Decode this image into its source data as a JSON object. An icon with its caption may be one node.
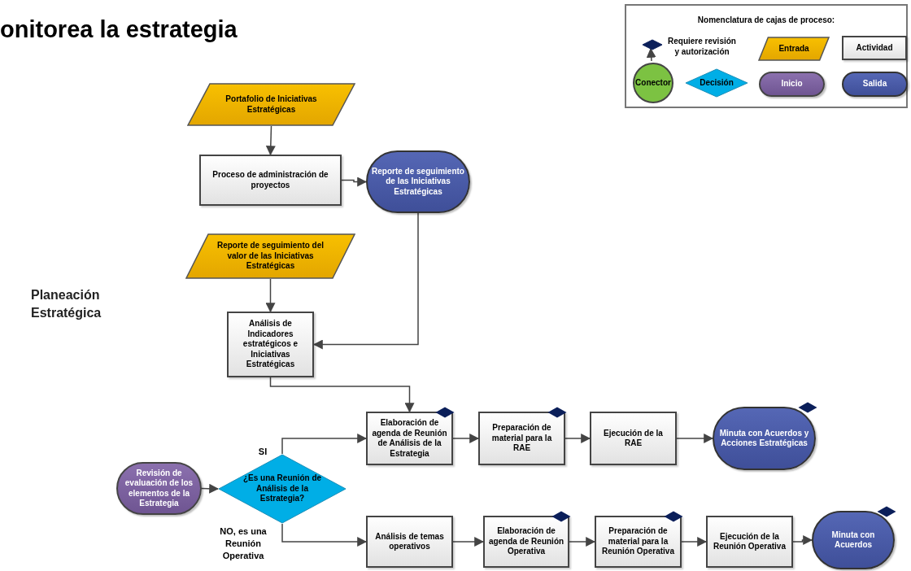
{
  "diagram": {
    "title": "onitorea la estrategia",
    "nodes": [
      {
        "text": [
          "Nomenclatura de cajas de proceso:"
        ]
      },
      {
        "text": [],
        "shape": "diamond",
        "beside": [
          "Requiere revisión y autorización"
        ],
        "in": 0
      },
      {
        "text": [
          "Entrada"
        ],
        "in": 0
      },
      {
        "text": [
          "Actividad"
        ],
        "in": 0
      },
      {
        "text": [
          "Conector"
        ],
        "in": 0
      },
      {
        "text": [
          "Decisión"
        ],
        "in": 0
      },
      {
        "text": [
          "Inicio"
        ],
        "in": 0
      },
      {
        "text": [
          "Salida"
        ],
        "in": 0
      },
      {
        "text": [
          "Portafolio de Iniciativas Estratégicas"
        ]
      },
      {
        "text": [
          "Proceso de administración de proyectos"
        ]
      },
      {
        "text": [
          "Reporte de seguimiento de las Iniciativas Estratégicas"
        ]
      },
      {
        "text": [
          "Reporte de seguimiento del valor de las Iniciativas Estratégicas"
        ]
      },
      {
        "text": [
          "Análisis de Indicadores estratégicos e Iniciativas Estratégicas"
        ]
      },
      {
        "text": [
          "Elaboración de agenda de Reunión de Análisis de la Estrategia"
        ]
      },
      {
        "text": [
          "Preparación de material para la RAE"
        ]
      },
      {
        "text": [
          "Ejecución de la RAE"
        ]
      },
      {
        "text": [
          "Minuta con Acuerdos y Acciones Estratégicas"
        ]
      },
      {
        "text": [
          "Revisión de evaluación de los elementos de la Estrategia"
        ]
      },
      {
        "text": [
          "¿Es una Reunión de Análisis de la Estrategia?"
        ]
      },
      {
        "text": [
          "Análisis de temas operativos"
        ]
      },
      {
        "text": [
          "Elaboración de agenda de Reunión Operativa"
        ]
      },
      {
        "text": [
          "Preparación de material para la Reunión Operativa"
        ]
      },
      {
        "text": [
          "Ejecución de la Reunión Operativa"
        ]
      },
      {
        "text": [
          "Minuta con Acuerdos"
        ]
      }
    ],
    "edges": [
      {
        "from": 4,
        "to": 1,
        "arrow": "to"
      },
      {
        "from": 8,
        "to": 9,
        "arrow": "to"
      },
      {
        "from": 9,
        "to": 10,
        "arrow": "to"
      },
      {
        "from": 10,
        "to": 12,
        "arrow": "to"
      },
      {
        "from": 11,
        "to": 12,
        "arrow": "to"
      },
      {
        "from": 12,
        "to": 13,
        "arrow": "to"
      },
      {
        "from": 17,
        "to": 18,
        "arrow": "to"
      },
      {
        "from": 18,
        "to": 13,
        "arrow": "to",
        "label": "SI"
      },
      {
        "from": 18,
        "to": 19,
        "arrow": "to",
        "label": "NO, es una Reunión Operativa"
      },
      {
        "from": 13,
        "to": 14,
        "arrow": "to"
      },
      {
        "from": 14,
        "to": 15,
        "arrow": "to"
      },
      {
        "from": 15,
        "to": 16,
        "arrow": "to"
      },
      {
        "from": 19,
        "to": 20,
        "arrow": "to"
      },
      {
        "from": 20,
        "to": 21,
        "arrow": "to"
      },
      {
        "from": 21,
        "to": 22,
        "arrow": "to"
      },
      {
        "from": 22,
        "to": 23,
        "arrow": "to"
      }
    ],
    "labels": [
      "Planeación Estratégica"
    ]
  }
}
